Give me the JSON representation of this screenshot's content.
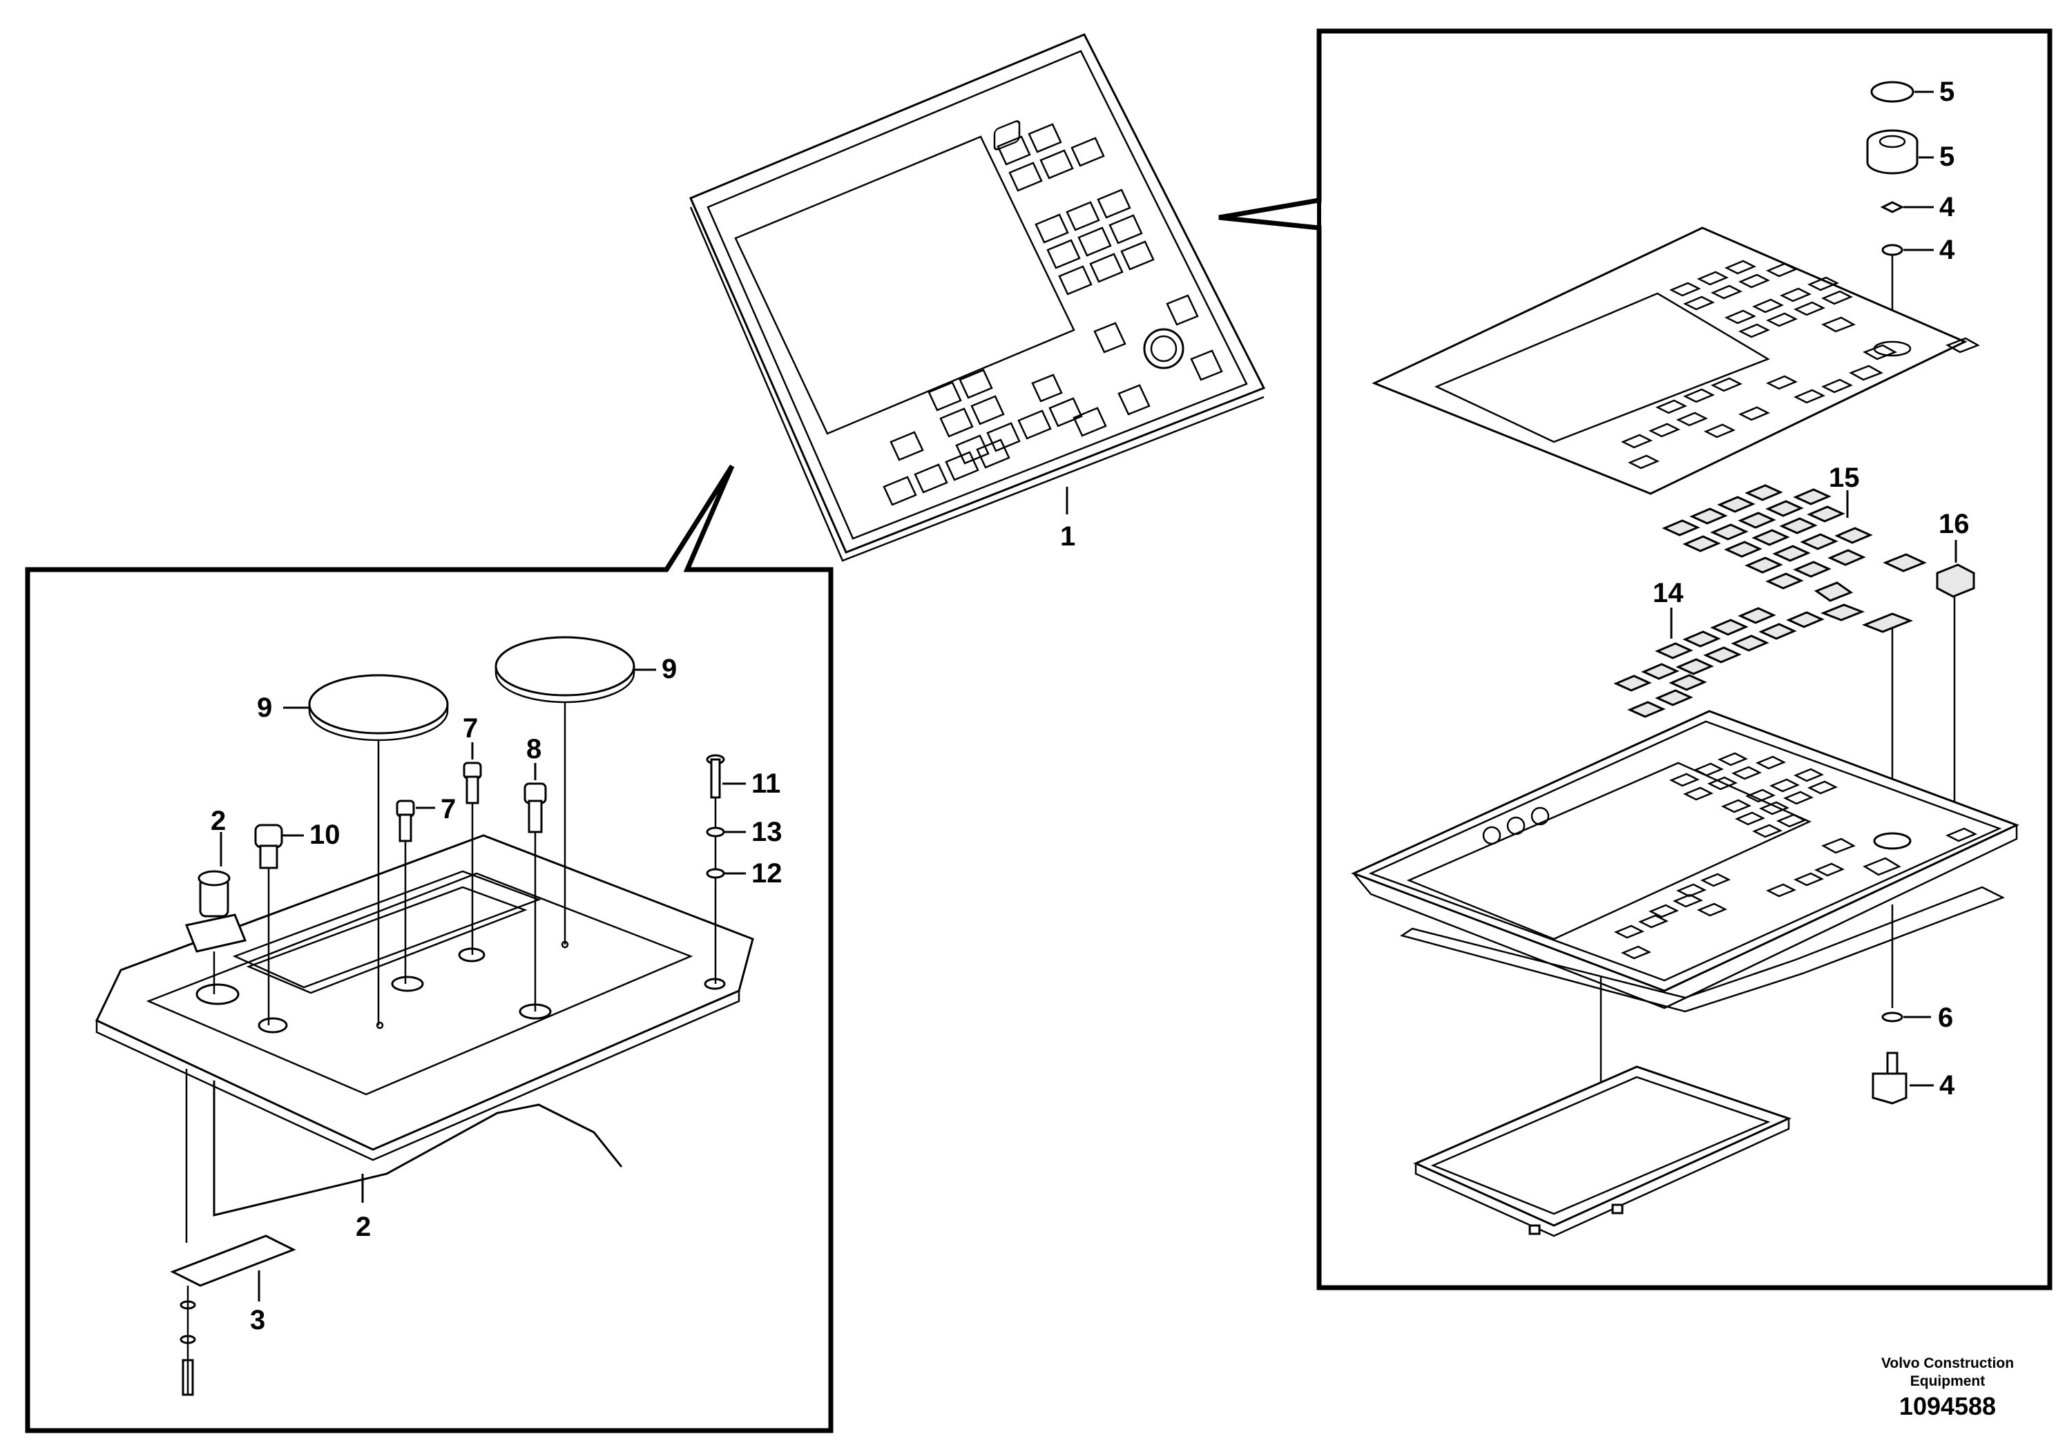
{
  "callouts": {
    "c1": "1",
    "c2a": "2",
    "c2b": "2",
    "c3": "3",
    "c4a": "4",
    "c4b": "4",
    "c4c": "4",
    "c5a": "5",
    "c5b": "5",
    "c6": "6",
    "c7a": "7",
    "c7b": "7",
    "c8": "8",
    "c9a": "9",
    "c9b": "9",
    "c10": "10",
    "c11": "11",
    "c12": "12",
    "c13": "13",
    "c14": "14",
    "c15": "15",
    "c16": "16"
  },
  "credit": {
    "company_line1": "Volvo Construction",
    "company_line2": "Equipment",
    "drawing_number": "1094588"
  }
}
